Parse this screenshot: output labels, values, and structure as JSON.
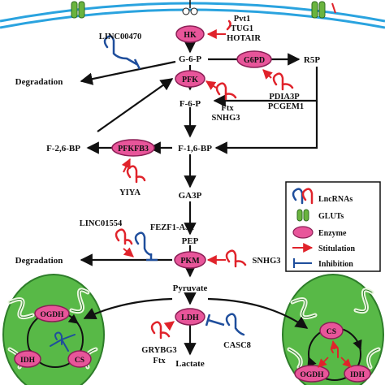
{
  "metabolites": {
    "g6p": "G-6-P",
    "r5p": "R5P",
    "f6p": "F-6-P",
    "f16bp": "F-1,6-BP",
    "f26bp": "F-2,6-BP",
    "ga3p": "GA3P",
    "pep": "PEP",
    "pyruvate": "Pyruvate",
    "lactate": "Lactate"
  },
  "enzymes": {
    "hk": "HK",
    "g6pd": "G6PD",
    "pfk": "PFK",
    "pfkfb3": "PFKFB3",
    "pkm": "PKM",
    "ldh": "LDH",
    "ogdh_left": "OGDH",
    "idh_left": "IDH",
    "cs_left": "CS",
    "cs_right": "CS",
    "ogdh_right": "OGDH",
    "idh_right": "IDH"
  },
  "lncrnas": {
    "linc00470": "LINC00470",
    "pvt1": "Pvt1",
    "tug1": "TUG1",
    "hotair": "HOTAIR",
    "pdia3p": "PDIA3P",
    "pcgem1": "PCGEM1",
    "ftx_pfk": "Ftx",
    "snhg3_pfk": "SNHG3",
    "yiya": "YIYA",
    "linc01554": "LINC01554",
    "fezf1_as1": "FEZF1-AS1",
    "snhg3_pkm": "SNHG3",
    "grybg3": "GRYBG3",
    "ftx_ldh": "Ftx",
    "casc8": "CASC8"
  },
  "outcomes": {
    "degradation_top": "Degradation",
    "degradation_bottom": "Degradation"
  },
  "legend": {
    "lncrnas": "LncRNAs",
    "gluts": "GLUTs",
    "enzyme": "Enzyme",
    "stimulation": "Stitulation",
    "inhibition": "Inhibition"
  },
  "colors": {
    "enzyme_fill": "#e8559a",
    "enzyme_stroke": "#8a1f55",
    "stimulation": "#e0232b",
    "inhibition": "#1f4e9c",
    "membrane": "#2aa3df",
    "mito_fill": "#58b947",
    "mito_dark": "#2e7d2a",
    "glut": "#6ab43e"
  }
}
